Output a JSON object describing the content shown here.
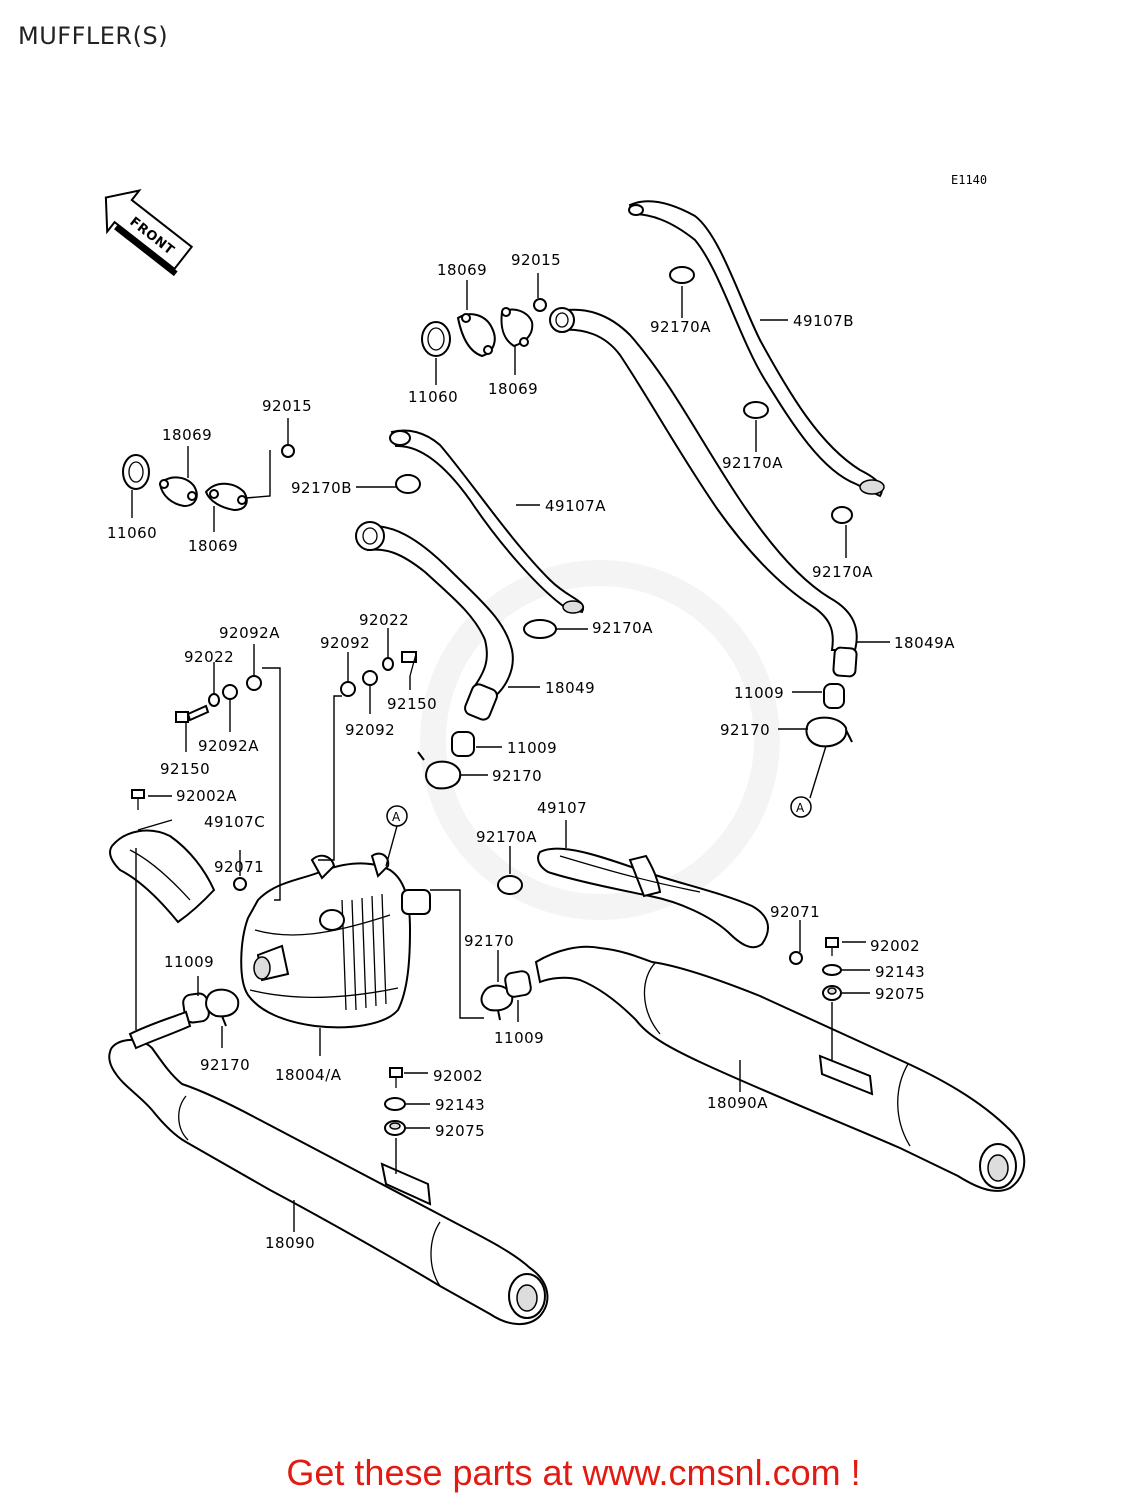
{
  "page": {
    "title": "MUFFLER(S)"
  },
  "diagram": {
    "code": "E1140",
    "front_label": "FRONT",
    "callouts": {
      "a1": "A",
      "a2": "A"
    },
    "labels": {
      "l18069_a": "18069",
      "l92015_a": "92015",
      "l11060_a": "11060",
      "l18069_b": "18069",
      "l92170A_a": "92170A",
      "l49107B": "49107B",
      "l92170A_b": "92170A",
      "l92170A_c": "92170A",
      "l18049A": "18049A",
      "l11009_a": "11009",
      "l92170_a": "92170",
      "l92015_b": "92015",
      "l18069_c": "18069",
      "l11060_b": "11060",
      "l18069_d": "18069",
      "l92170B": "92170B",
      "l49107A": "49107A",
      "l92170A_d": "92170A",
      "l18049": "18049",
      "l11009_b": "11009",
      "l92170_b": "92170",
      "l92092A_a": "92092A",
      "l92022_a": "92022",
      "l92092A_b": "92092A",
      "l92150_a": "92150",
      "l92022_b": "92022",
      "l92092_a": "92092",
      "l92092_b": "92092",
      "l92150_b": "92150",
      "l92002A": "92002A",
      "l49107C": "49107C",
      "l92071_a": "92071",
      "l11009_c": "11009",
      "l92170_c": "92170",
      "l18004A": "18004/A",
      "l49107": "49107",
      "l92170A_e": "92170A",
      "l92170_d": "92170",
      "l11009_d": "11009",
      "l92071_b": "92071",
      "l92002_a": "92002",
      "l92143_a": "92143",
      "l92075_a": "92075",
      "l92002_b": "92002",
      "l92143_b": "92143",
      "l92075_b": "92075",
      "l18090A": "18090A",
      "l18090": "18090"
    }
  },
  "footer": {
    "link_text": "Get these parts at www.cmsnl.com !",
    "link_color": "#e11b12"
  }
}
